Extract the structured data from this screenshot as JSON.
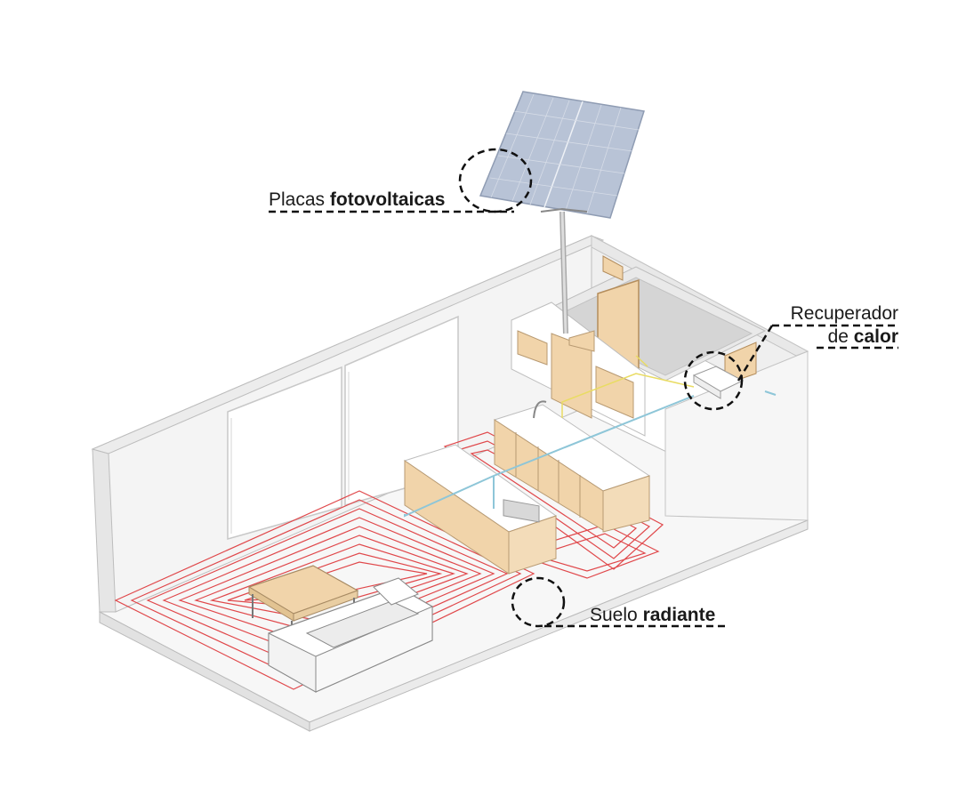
{
  "labels": {
    "placas": {
      "normal": "Placas",
      "bold": "fotovoltaicas"
    },
    "recuperador": {
      "line1": "Recuperador",
      "line2_normal": "de",
      "line2_bold": "calor"
    },
    "suelo": {
      "normal": "Suelo",
      "bold": "radiante"
    }
  },
  "colors": {
    "floor_heating": "#e0484b",
    "wood": "#f1d4aa",
    "solar_panel": "#b8c3d6",
    "wall": "#f2f2f2",
    "dashed_marker": "#111111"
  }
}
